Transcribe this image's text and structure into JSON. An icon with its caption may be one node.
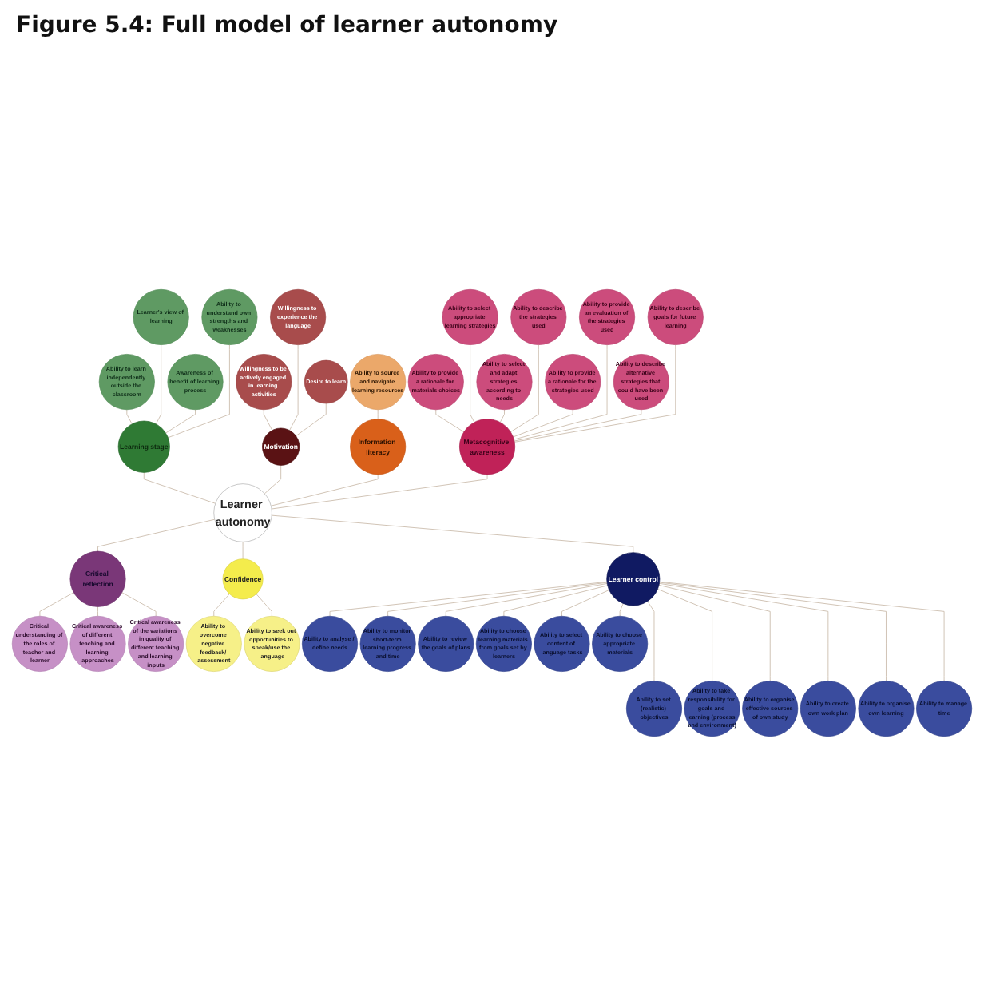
{
  "diagram": {
    "title": "Figure 5.4: Full model of learner autonomy",
    "nodes": [
      {
        "text": [
          "Learner autonomy"
        ]
      },
      {
        "text": [
          "Learning stage"
        ]
      },
      {
        "text": [
          "Ability to learn independently outside the classroom"
        ]
      },
      {
        "text": [
          "Learner's view of learning"
        ]
      },
      {
        "text": [
          "Awareness of benefit of learning process"
        ]
      },
      {
        "text": [
          "Ability to understand own strengths and weaknesses"
        ]
      },
      {
        "text": [
          "Motivation"
        ]
      },
      {
        "text": [
          "Willingness to be actively engaged in learning activities"
        ]
      },
      {
        "text": [
          "Willingness to experience the language"
        ]
      },
      {
        "text": [
          "Desire to learn"
        ]
      },
      {
        "text": [
          "Learner control"
        ]
      },
      {
        "text": [
          "Ability to analyse / define needs"
        ]
      },
      {
        "text": [
          "Ability to set (realistic) objectives"
        ]
      },
      {
        "text": [
          "Ability to monitor short-term learning progress and time"
        ]
      },
      {
        "text": [
          "Ability to take responsibility for goals and learning (process and environment)"
        ]
      },
      {
        "text": [
          "Ability to review the goals of plans"
        ]
      },
      {
        "text": [
          "Ability to organise effective sources of own study"
        ]
      },
      {
        "text": [
          "Ability to choose learning materials from goals set by learners"
        ]
      },
      {
        "text": [
          "Ability to create own work plan"
        ]
      },
      {
        "text": [
          "Ability to select content of language tasks"
        ]
      },
      {
        "text": [
          "Ability to organise own learning"
        ]
      },
      {
        "text": [
          "Ability to choose appropriate materials"
        ]
      },
      {
        "text": [
          "Ability to manage time"
        ]
      },
      {
        "text": [
          "Information literacy"
        ]
      },
      {
        "text": [
          "Ability to source and navigate learning resources"
        ]
      },
      {
        "text": [
          "Critical reflection"
        ]
      },
      {
        "text": [
          "Critical understanding of the roles of teacher and learner"
        ]
      },
      {
        "text": [
          "Critical awareness of different teaching and learning approaches"
        ]
      },
      {
        "text": [
          "Critical awareness of the variations in quality of different teaching and learning inputs"
        ]
      },
      {
        "text": [
          "Confidence"
        ]
      },
      {
        "text": [
          "Ability to overcome negative feedback/ assessment"
        ]
      },
      {
        "text": [
          "Ability to seek out opportunities to speak/use the language"
        ]
      },
      {
        "text": [
          "Metacognitive awareness"
        ]
      },
      {
        "text": [
          "Ability to provide a rationale for materials choices"
        ]
      },
      {
        "text": [
          "Ability to select appropriate learning strategies"
        ]
      },
      {
        "text": [
          "Ability to select and adapt strategies according to needs"
        ]
      },
      {
        "text": [
          "Ability to describe the strategies used"
        ]
      },
      {
        "text": [
          "Ability to provide a rationale for the strategies used"
        ]
      },
      {
        "text": [
          "Ability to provide an evaluation of the strategies used"
        ]
      },
      {
        "text": [
          "Ability to describe alternative strategies that could have been used"
        ]
      },
      {
        "text": [
          "Ability to describe goals for future learning"
        ]
      }
    ],
    "edges": [
      {
        "from": 0,
        "to": 1,
        "arrow": "none"
      },
      {
        "from": 1,
        "to": 2,
        "arrow": "none"
      },
      {
        "from": 1,
        "to": 3,
        "arrow": "none"
      },
      {
        "from": 1,
        "to": 4,
        "arrow": "none"
      },
      {
        "from": 1,
        "to": 5,
        "arrow": "none"
      },
      {
        "from": 0,
        "to": 6,
        "arrow": "none"
      },
      {
        "from": 6,
        "to": 7,
        "arrow": "none"
      },
      {
        "from": 6,
        "to": 8,
        "arrow": "none"
      },
      {
        "from": 6,
        "to": 9,
        "arrow": "none"
      },
      {
        "from": 0,
        "to": 10,
        "arrow": "none"
      },
      {
        "from": 10,
        "to": 11,
        "arrow": "none"
      },
      {
        "from": 10,
        "to": 12,
        "arrow": "none"
      },
      {
        "from": 10,
        "to": 13,
        "arrow": "none"
      },
      {
        "from": 10,
        "to": 14,
        "arrow": "none"
      },
      {
        "from": 10,
        "to": 15,
        "arrow": "none"
      },
      {
        "from": 10,
        "to": 16,
        "arrow": "none"
      },
      {
        "from": 10,
        "to": 17,
        "arrow": "none"
      },
      {
        "from": 10,
        "to": 18,
        "arrow": "none"
      },
      {
        "from": 10,
        "to": 19,
        "arrow": "none"
      },
      {
        "from": 10,
        "to": 20,
        "arrow": "none"
      },
      {
        "from": 10,
        "to": 21,
        "arrow": "none"
      },
      {
        "from": 10,
        "to": 22,
        "arrow": "none"
      },
      {
        "from": 0,
        "to": 23,
        "arrow": "none"
      },
      {
        "from": 23,
        "to": 24,
        "arrow": "none"
      },
      {
        "from": 0,
        "to": 25,
        "arrow": "none"
      },
      {
        "from": 25,
        "to": 26,
        "arrow": "none"
      },
      {
        "from": 25,
        "to": 27,
        "arrow": "none"
      },
      {
        "from": 25,
        "to": 28,
        "arrow": "none"
      },
      {
        "from": 0,
        "to": 29,
        "arrow": "none"
      },
      {
        "from": 29,
        "to": 30,
        "arrow": "none"
      },
      {
        "from": 29,
        "to": 31,
        "arrow": "none"
      },
      {
        "from": 0,
        "to": 32,
        "arrow": "none"
      },
      {
        "from": 32,
        "to": 33,
        "arrow": "none"
      },
      {
        "from": 32,
        "to": 34,
        "arrow": "none"
      },
      {
        "from": 32,
        "to": 35,
        "arrow": "none"
      },
      {
        "from": 32,
        "to": 36,
        "arrow": "none"
      },
      {
        "from": 32,
        "to": 37,
        "arrow": "none"
      },
      {
        "from": 32,
        "to": 38,
        "arrow": "none"
      },
      {
        "from": 32,
        "to": 39,
        "arrow": "none"
      },
      {
        "from": 32,
        "to": 40,
        "arrow": "none"
      }
    ]
  }
}
